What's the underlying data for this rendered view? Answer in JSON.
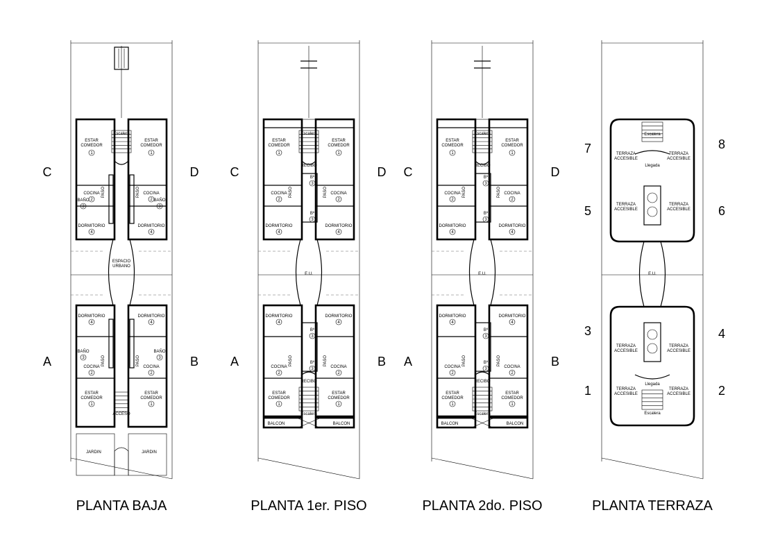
{
  "plans": [
    {
      "id": "baja",
      "caption": "PLANTA BAJA",
      "side_labels": {
        "left_upper": "C",
        "right_upper": "D",
        "left_lower": "A",
        "right_lower": "B"
      },
      "rooms_upper": {
        "stair": "Escalera",
        "left_living": "ESTAR\nCOMEDOR",
        "left_living_num": "1",
        "right_living": "ESTAR\nCOMEDOR",
        "right_living_num": "1",
        "left_kitchen": "COCINA",
        "left_kitchen_num": "2",
        "right_kitchen": "COCINA",
        "right_kitchen_num": "2",
        "left_bath": "BAÑO",
        "left_bath_num": "3",
        "right_bath": "BAÑO",
        "right_bath_num": "3",
        "left_paso": "PASO",
        "right_paso": "PASO",
        "left_bed": "DORMITORIO",
        "left_bed_num": "4",
        "right_bed": "DORMITORIO",
        "right_bed_num": "4"
      },
      "center": "ESPACIO\nURBANO",
      "rooms_lower": {
        "left_bed": "DORMITORIO",
        "left_bed_num": "4",
        "right_bed": "DORMITORIO",
        "right_bed_num": "4",
        "left_bath": "BAÑO",
        "left_bath_num": "3",
        "right_bath": "BAÑO",
        "right_bath_num": "3",
        "left_paso": "PASO",
        "right_paso": "PASO",
        "left_kitchen": "COCINA",
        "left_kitchen_num": "2",
        "right_kitchen": "COCINA",
        "right_kitchen_num": "2",
        "left_living": "ESTAR\nCOMEDOR",
        "left_living_num": "1",
        "right_living": "ESTAR\nCOMEDOR",
        "right_living_num": "1",
        "access": "ACCESO"
      },
      "gardens": {
        "left": "JARDIN",
        "right": "JARDIN"
      }
    },
    {
      "id": "piso1",
      "caption": "PLANTA 1er. PISO",
      "side_labels": {
        "left_upper": "C",
        "right_upper": "D",
        "left_lower": "A",
        "right_lower": "B"
      },
      "rooms_upper": {
        "stair": "Escalera",
        "recibo": "RECIBO",
        "bath_a": "Bº",
        "bath_a_num": "3",
        "bath_b": "Bº",
        "bath_b_num": "3",
        "left_living": "ESTAR\nCOMEDOR",
        "left_living_num": "1",
        "right_living": "ESTAR\nCOMEDOR",
        "right_living_num": "1",
        "left_kitchen": "COCINA",
        "left_kitchen_num": "2",
        "right_kitchen": "COCINA",
        "right_kitchen_num": "2",
        "left_paso": "PASO",
        "right_paso": "PASO",
        "left_bed": "DORMITORIO",
        "left_bed_num": "4",
        "right_bed": "DORMITORIO",
        "right_bed_num": "4"
      },
      "center": "E.U.",
      "rooms_lower": {
        "left_bed": "DORMITORIO",
        "left_bed_num": "4",
        "right_bed": "DORMITORIO",
        "right_bed_num": "4",
        "bath_a": "Bº",
        "bath_a_num": "3",
        "bath_b": "Bº",
        "bath_b_num": "3",
        "left_paso": "PASO",
        "right_paso": "PASO",
        "left_kitchen": "COCINA",
        "left_kitchen_num": "2",
        "right_kitchen": "COCINA",
        "right_kitchen_num": "2",
        "recibo": "RECIBO",
        "left_living": "ESTAR\nCOMEDOR",
        "left_living_num": "1",
        "right_living": "ESTAR\nCOMEDOR",
        "right_living_num": "1",
        "stair": "Escalera",
        "left_balcon": "BALCON",
        "right_balcon": "BALCON"
      }
    },
    {
      "id": "piso2",
      "caption": "PLANTA 2do. PISO",
      "side_labels": {
        "left_upper": "C",
        "right_upper": "D",
        "left_lower": "A",
        "right_lower": "B"
      },
      "rooms_upper": {
        "stair": "Escalera",
        "recibo": "RECIBO",
        "bath_a": "Bº",
        "bath_a_num": "3",
        "bath_b": "Bº",
        "bath_b_num": "3",
        "left_living": "ESTAR\nCOMEDOR",
        "left_living_num": "1",
        "right_living": "ESTAR\nCOMEDOR",
        "right_living_num": "1",
        "left_kitchen": "COCINA",
        "left_kitchen_num": "2",
        "right_kitchen": "COCINA",
        "right_kitchen_num": "2",
        "left_paso": "PASO",
        "right_paso": "PASO",
        "left_bed": "DORMITORIO",
        "left_bed_num": "4",
        "right_bed": "DORMITORIO",
        "right_bed_num": "4"
      },
      "center": "E.U.",
      "rooms_lower": {
        "left_bed": "DORMITORIO",
        "left_bed_num": "4",
        "right_bed": "DORMITORIO",
        "right_bed_num": "4",
        "bath_a": "Bº",
        "bath_a_num": "3",
        "bath_b": "Bº",
        "bath_b_num": "3",
        "left_paso": "PASO",
        "right_paso": "PASO",
        "left_kitchen": "COCINA",
        "left_kitchen_num": "2",
        "right_kitchen": "COCINA",
        "right_kitchen_num": "2",
        "recibo": "RECIBO",
        "left_living": "ESTAR\nCOMEDOR",
        "left_living_num": "1",
        "right_living": "ESTAR\nCOMEDOR",
        "right_living_num": "1",
        "stair": "Escalera",
        "left_balcon": "BALCON",
        "right_balcon": "BALCON"
      }
    },
    {
      "id": "terraza",
      "caption": "PLANTA TERRAZA",
      "side_numbers": {
        "n7": "7",
        "n8": "8",
        "n5": "5",
        "n6": "6",
        "n3": "3",
        "n4": "4",
        "n1": "1",
        "n2": "2"
      },
      "upper": {
        "stair": "Escalera",
        "llegada": "Llegada",
        "t7": "TERRAZA\nACCESIBLE",
        "t8": "TERRAZA\nACCESIBLE",
        "t5": "TERRAZA\nACCESIBLE",
        "t6": "TERRAZA\nACCESIBLE"
      },
      "center": "E.U.",
      "lower": {
        "t3": "TERRAZA\nACCESIBLE",
        "t4": "TERRAZA\nACCESIBLE",
        "llegada": "Llegada",
        "t1": "TERRAZA\nACCESIBLE",
        "t2": "TERRAZA\nACCESIBLE",
        "stair": "Escalera"
      }
    }
  ]
}
